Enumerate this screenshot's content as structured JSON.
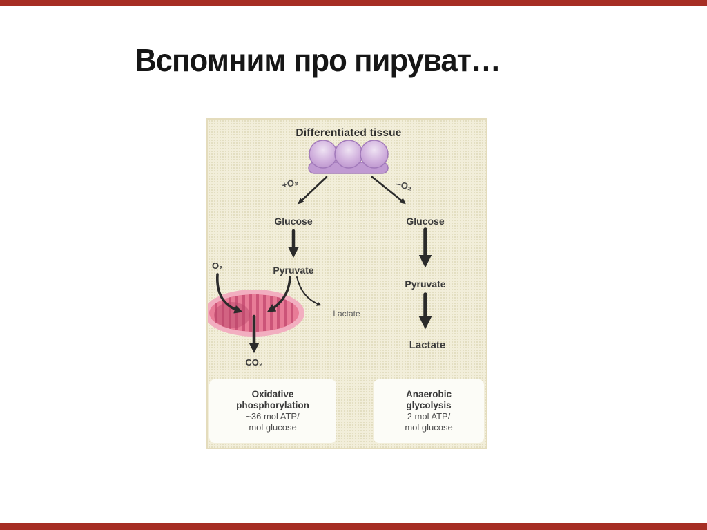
{
  "slide": {
    "title": "Вспомним про пируват…"
  },
  "diagram": {
    "header": "Differentiated tissue",
    "aerobic_condition": "+O₂",
    "anaerobic_condition": "−O₂",
    "left_pathway": {
      "oxygen": "O₂",
      "glucose": "Glucose",
      "pyruvate": "Pyruvate",
      "lactate_branch": "Lactate",
      "end_product": "CO₂"
    },
    "right_pathway": {
      "glucose": "Glucose",
      "pyruvate": "Pyruvate",
      "end_product": "Lactate"
    },
    "left_result_box": {
      "title_line1": "Oxidative",
      "title_line2": "phosphorylation",
      "yield_line1": "~36 mol ATP/",
      "yield_line2": "mol glucose"
    },
    "right_result_box": {
      "title_line1": "Anaerobic",
      "title_line2": "glycolysis",
      "yield_line1": "2 mol ATP/",
      "yield_line2": "mol glucose"
    },
    "colors": {
      "accent_bar": "#A62E24",
      "panel_background": "#F2EEDA",
      "cells_purple": "#C09AD2",
      "mitochondrion_pink": "#E87C97",
      "result_box_background": "#FCFCF7",
      "arrow": "#2B2B2B"
    }
  }
}
